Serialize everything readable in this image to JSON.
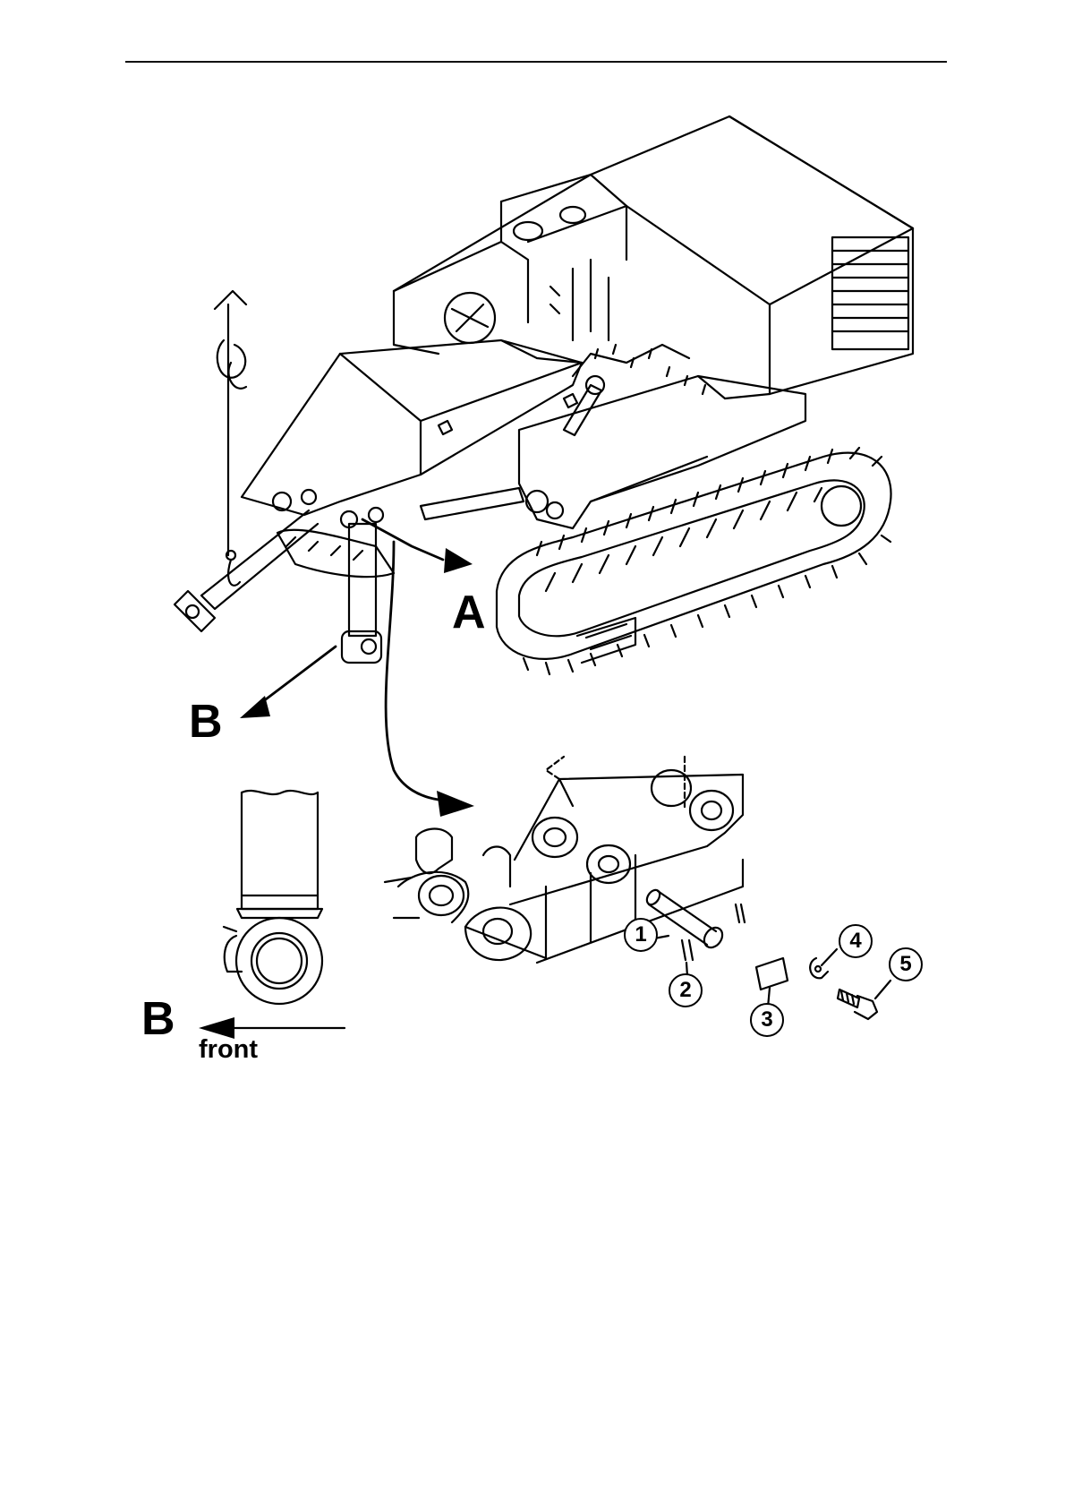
{
  "labels": {
    "view_a": "A",
    "view_b_upper": "B",
    "view_b_lower": "B",
    "front": "front"
  },
  "callouts": [
    "1",
    "2",
    "3",
    "4",
    "5"
  ],
  "colors": {
    "ink": "#000000",
    "paper": "#ffffff"
  }
}
